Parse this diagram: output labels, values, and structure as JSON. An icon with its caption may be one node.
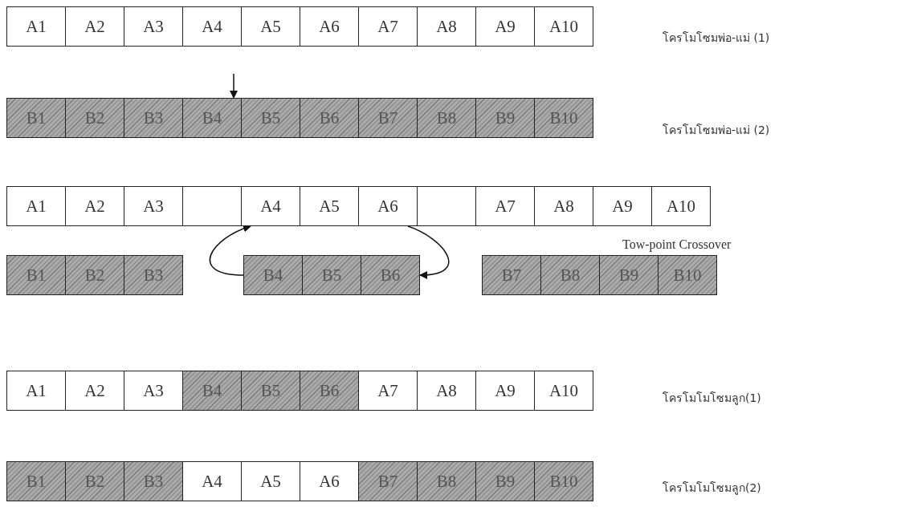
{
  "diagram": {
    "nodes": [
      {
        "text": [
          "A1"
        ]
      },
      {
        "text": [
          "A2"
        ]
      },
      {
        "text": [
          "A3"
        ]
      },
      {
        "text": [
          "A4"
        ]
      },
      {
        "text": [
          "A5"
        ]
      },
      {
        "text": [
          "A6"
        ]
      },
      {
        "text": [
          "A7"
        ]
      },
      {
        "text": [
          "A8"
        ]
      },
      {
        "text": [
          "A9"
        ]
      },
      {
        "text": [
          "A10"
        ]
      },
      {
        "text": [
          "B1"
        ]
      },
      {
        "text": [
          "B2"
        ]
      },
      {
        "text": [
          "B3"
        ]
      },
      {
        "text": [
          "B4"
        ]
      },
      {
        "text": [
          "B5"
        ]
      },
      {
        "text": [
          "B6"
        ]
      },
      {
        "text": [
          "B7"
        ]
      },
      {
        "text": [
          "B8"
        ]
      },
      {
        "text": [
          "B9"
        ]
      },
      {
        "text": [
          "B10"
        ]
      },
      {
        "text": [
          "A1"
        ]
      },
      {
        "text": [
          "A2"
        ]
      },
      {
        "text": [
          "A3"
        ]
      },
      {
        "text": [],
        "shape": "box"
      },
      {
        "text": [
          "A4"
        ]
      },
      {
        "text": [
          "A5"
        ]
      },
      {
        "text": [
          "A6"
        ]
      },
      {
        "text": [],
        "shape": "box"
      },
      {
        "text": [
          "A7"
        ]
      },
      {
        "text": [
          "A8"
        ]
      },
      {
        "text": [
          "A9"
        ]
      },
      {
        "text": [
          "A10"
        ]
      },
      {
        "text": [
          "B1"
        ]
      },
      {
        "text": [
          "B2"
        ]
      },
      {
        "text": [
          "B3"
        ]
      },
      {
        "text": [
          "B4"
        ]
      },
      {
        "text": [
          "B5"
        ]
      },
      {
        "text": [
          "B6"
        ]
      },
      {
        "text": [
          "B7"
        ]
      },
      {
        "text": [
          "B8"
        ]
      },
      {
        "text": [
          "B9"
        ]
      },
      {
        "text": [
          "B10"
        ]
      },
      {
        "text": [
          "A1"
        ]
      },
      {
        "text": [
          "A2"
        ]
      },
      {
        "text": [
          "A3"
        ]
      },
      {
        "text": [
          "B4"
        ]
      },
      {
        "text": [
          "B5"
        ]
      },
      {
        "text": [
          "B6"
        ]
      },
      {
        "text": [
          "A7"
        ]
      },
      {
        "text": [
          "A8"
        ]
      },
      {
        "text": [
          "A9"
        ]
      },
      {
        "text": [
          "A10"
        ]
      },
      {
        "text": [
          "B1"
        ]
      },
      {
        "text": [
          "B2"
        ]
      },
      {
        "text": [
          "B3"
        ]
      },
      {
        "text": [
          "A4"
        ]
      },
      {
        "text": [
          "A5"
        ]
      },
      {
        "text": [
          "A6"
        ]
      },
      {
        "text": [
          "B7"
        ]
      },
      {
        "text": [
          "B8"
        ]
      },
      {
        "text": [
          "B9"
        ]
      },
      {
        "text": [
          "B10"
        ]
      }
    ],
    "edges": [
      {
        "from": null,
        "to": 13,
        "arrow": "to"
      },
      {
        "from": 35,
        "to": 24,
        "arrow": "to"
      },
      {
        "from": 26,
        "to": 37,
        "arrow": "to"
      }
    ],
    "labels": [
      "โครโมโซมพ่อ-แม่ (1)",
      "โครโมโซมพ่อ-แม่ (2)",
      "Tow-point Crossover",
      "โครโมโมโซมลูก(1)",
      "โครโมโมโซมลูก(2)"
    ]
  }
}
